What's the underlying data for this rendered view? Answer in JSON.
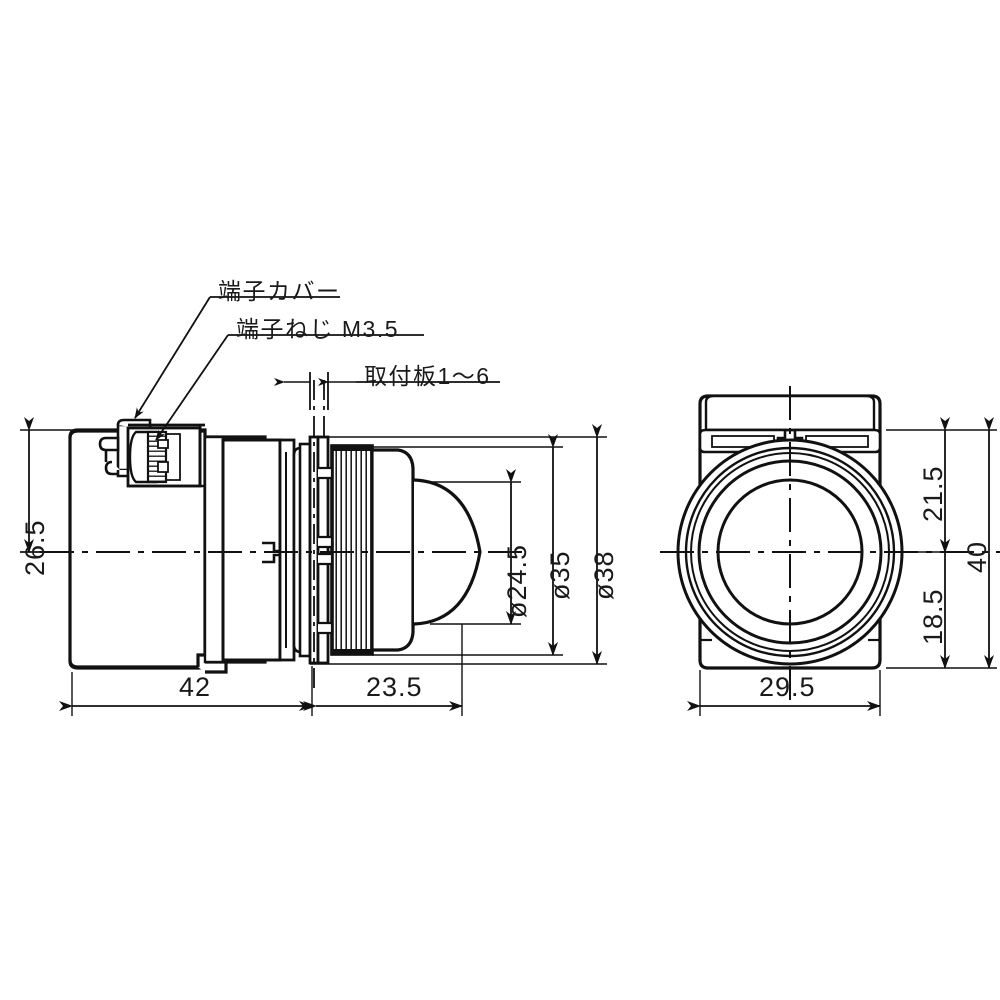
{
  "drawing": {
    "title": "push-button-switch-dimensional-drawing",
    "units": "mm",
    "line_color": "#111111",
    "background_color": "#ffffff",
    "views": [
      {
        "name": "side-section-view",
        "position": "left"
      },
      {
        "name": "front-view",
        "position": "right"
      }
    ]
  },
  "annotations": {
    "terminal_cover": "端子カバー",
    "terminal_screw": "端子ねじ M3.5",
    "mounting_plate": "取付板1～6"
  },
  "dimensions": {
    "side": {
      "height_top": "26.5",
      "length_body": "42",
      "length_front": "23.5",
      "dia_button": "ø24.5",
      "dia_bezel_inner": "ø35",
      "dia_bezel_outer": "ø38"
    },
    "front": {
      "width": "29.5",
      "height_upper": "21.5",
      "height_lower": "18.5",
      "height_total": "40"
    }
  }
}
